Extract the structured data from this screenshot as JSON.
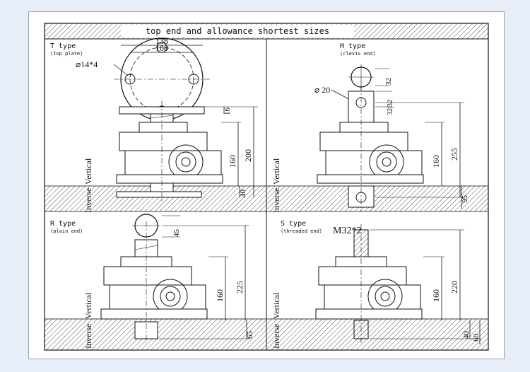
{
  "title": "top end and allowance shortest sizes",
  "panels": {
    "t": {
      "type_label": "T type",
      "sub_label": "(top plate)",
      "hole_label": "⌀14*4",
      "dims": {
        "outer": "138",
        "pcd": "100",
        "plate": "16",
        "body": "160",
        "total": "200",
        "bottom": "40"
      }
    },
    "h": {
      "type_label": "H type",
      "sub_label": "(clevis end)",
      "hole_label": "⌀ 20",
      "dims": {
        "top": "32",
        "clevis": "32|32",
        "body": "160",
        "total": "255",
        "bottom": "95"
      }
    },
    "r": {
      "type_label": "R type",
      "sub_label": "(plain end)",
      "dims": {
        "top": "45",
        "body": "160",
        "total": "225",
        "bottom": "65"
      }
    },
    "s": {
      "type_label": "S type",
      "sub_label": "(threaded end)",
      "thread_label": "M32*2",
      "dims": {
        "body": "160",
        "total": "220",
        "bottom_a": "40",
        "bottom_b": "60"
      }
    }
  },
  "side_labels": {
    "vertical": "Vertical",
    "inverse": "Inverse"
  },
  "colors": {
    "line": "#111111",
    "hatch": "#555555",
    "background": "#e8eef8"
  }
}
